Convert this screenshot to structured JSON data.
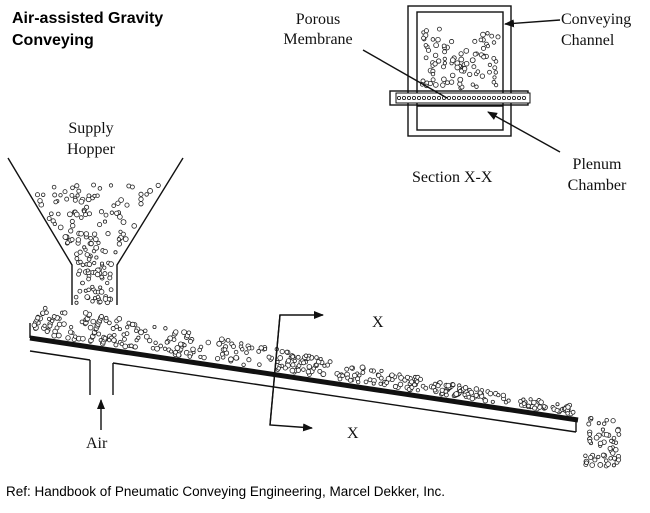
{
  "title": {
    "line1": "Air-assisted Gravity",
    "line2": "Conveying"
  },
  "labels": {
    "supply_hopper_1": "Supply",
    "supply_hopper_2": "Hopper",
    "porous_membrane_1": "Porous",
    "porous_membrane_2": "Membrane",
    "conveying_channel_1": "Conveying",
    "conveying_channel_2": "Channel",
    "plenum_chamber_1": "Plenum",
    "plenum_chamber_2": "Chamber",
    "section": "Section X-X",
    "x_top": "X",
    "x_bottom": "X",
    "air": "Air"
  },
  "reference": "Ref: Handbook of Pneumatic Conveying Engineering, Marcel Dekker, Inc."
}
